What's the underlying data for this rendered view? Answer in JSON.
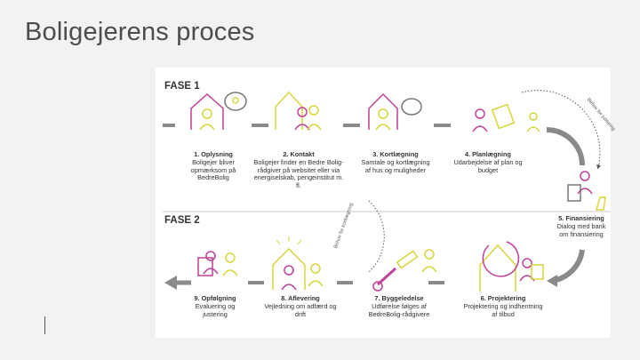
{
  "title": "Boligejerens proces",
  "phases": {
    "phase1": "FASE 1",
    "phase2": "FASE 2"
  },
  "steps": [
    {
      "title": "1. Oplysning",
      "desc": "Boligejer bliver opmærksom på BedreBolig"
    },
    {
      "title": "2. Kontakt",
      "desc": "Boligejer finder en Bedre Bolig-rådgiver på websitet eller via energiselskab, pengeinstitut m. fl."
    },
    {
      "title": "3. Kortlægning",
      "desc": "Samtale og kortlægning af hus og muligheder"
    },
    {
      "title": "4. Planlægning",
      "desc": "Udarbejdelse af plan og budget"
    },
    {
      "title": "5. Finansiering",
      "desc": "Dialog med bank om finansiering"
    },
    {
      "title": "6. Projektering",
      "desc": "Projektering og indhentning af tilbud"
    },
    {
      "title": "7. Byggeledelse",
      "desc": "Udførelse følges af BedreBolig-rådgivere"
    },
    {
      "title": "8. Aflevering",
      "desc": "Vejledning om adfærd og drift"
    },
    {
      "title": "9. Opfølgning",
      "desc": "Evaluering og justering"
    }
  ],
  "loop_labels": {
    "right": "Behov for justering",
    "middle": "Behov for kortlægning"
  },
  "colors": {
    "magenta": "#c0409a",
    "yellow": "#d7d63a",
    "grey": "#8a8a8a",
    "text": "#333333"
  }
}
